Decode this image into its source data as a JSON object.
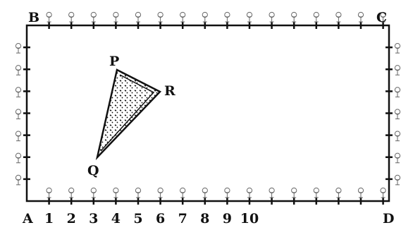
{
  "diagram": {
    "corners": {
      "A": "A",
      "B": "B",
      "C": "C",
      "D": "D"
    },
    "points": {
      "P": "P",
      "Q": "Q",
      "R": "R"
    },
    "axis_numbers": [
      "1",
      "2",
      "3",
      "4",
      "5",
      "6",
      "7",
      "8",
      "9",
      "10"
    ],
    "colors": {
      "ink": "#111111",
      "tree": "#666666",
      "triangle_fill": "#ffffff"
    },
    "icon": "tree-icon"
  }
}
